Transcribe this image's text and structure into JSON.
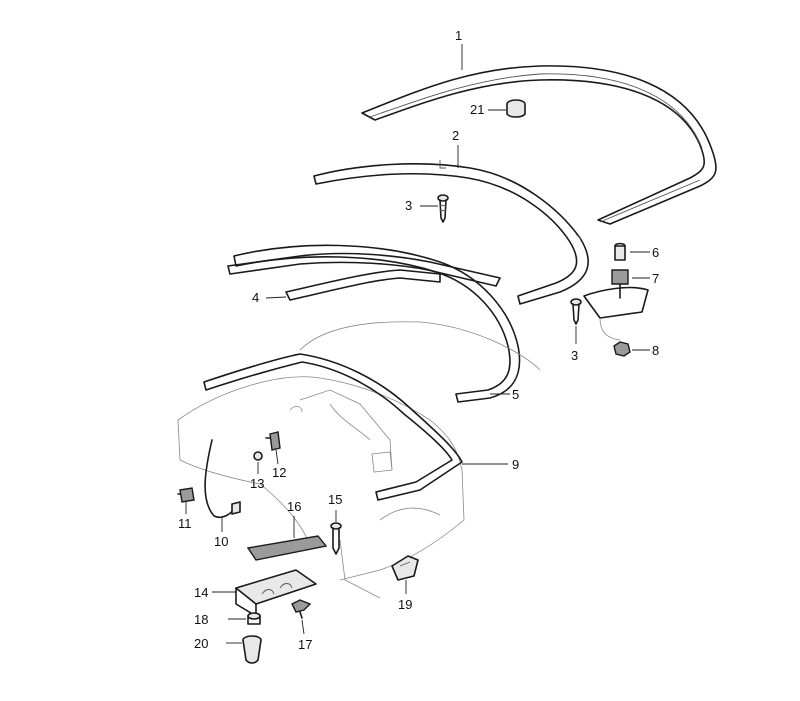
{
  "callouts": {
    "c1": "1",
    "c2": "2",
    "c3a": "3",
    "c3b": "3",
    "c4": "4",
    "c5": "5",
    "c6": "6",
    "c7": "7",
    "c8": "8",
    "c9": "9",
    "c10": "10",
    "c11": "11",
    "c12": "12",
    "c13": "13",
    "c14": "14",
    "c15": "15",
    "c16": "16",
    "c17": "17",
    "c18": "18",
    "c19": "19",
    "c20": "20",
    "c21": "21"
  }
}
